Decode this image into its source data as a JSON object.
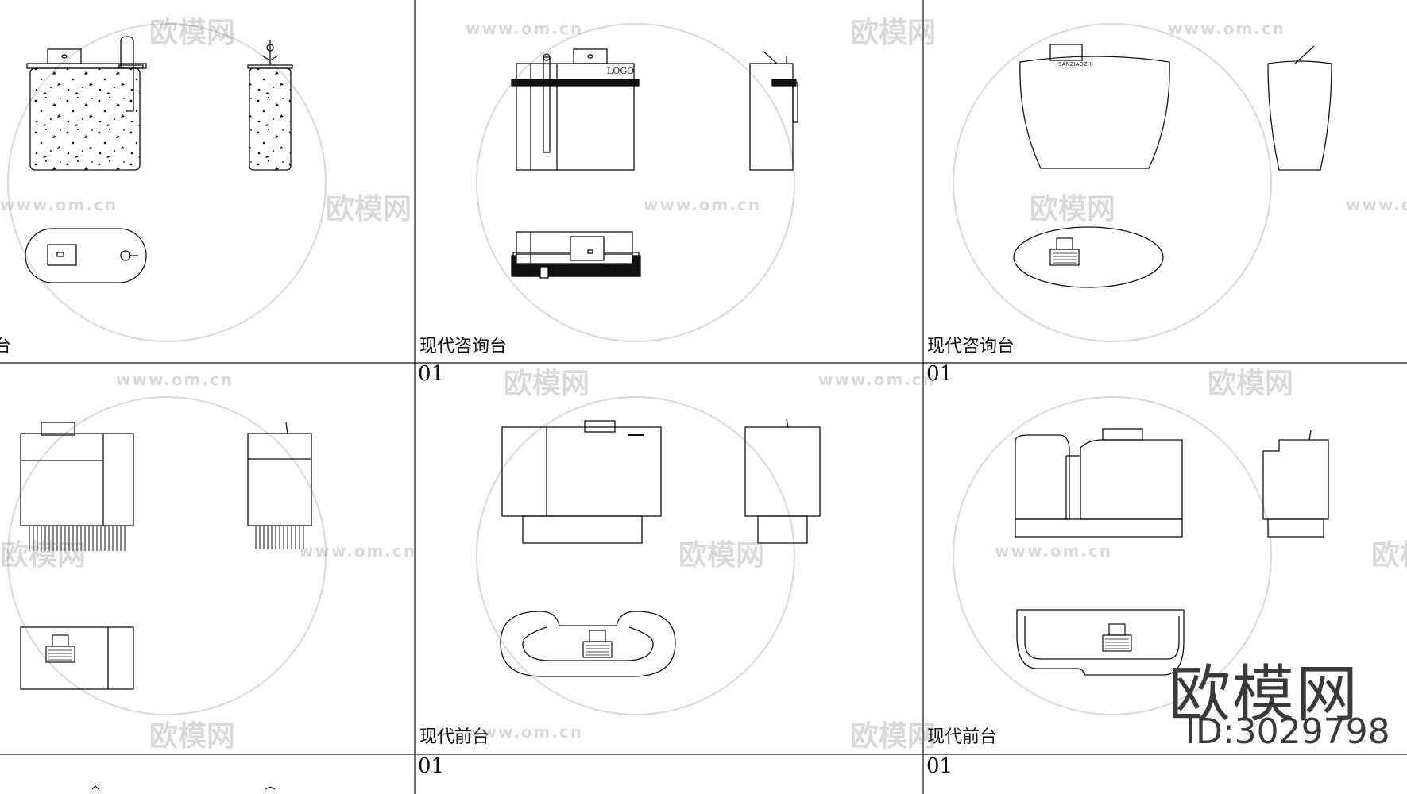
{
  "panels": [
    {
      "caption": "台",
      "number": ""
    },
    {
      "caption": "现代咨询台",
      "number": ""
    },
    {
      "caption": "现代咨询台",
      "number": ""
    },
    {
      "caption": "",
      "number": ""
    },
    {
      "caption": "",
      "number": "01"
    },
    {
      "caption": "",
      "number": "01"
    },
    {
      "caption": "",
      "number": ""
    },
    {
      "caption": "现代前台",
      "number": "01"
    },
    {
      "caption": "现代前台",
      "number": "01"
    }
  ],
  "desk_labels": {
    "logo": "LOGO",
    "brand_on_desk": "SANZIAOZHI"
  },
  "watermark": {
    "url": "www.om.cn",
    "logo": "欧模网"
  },
  "brand": {
    "name": "欧模网",
    "id": "ID:3029798"
  },
  "colors": {
    "line": "#111111",
    "watermark": "#9a9a9a",
    "background": "#ffffff"
  }
}
